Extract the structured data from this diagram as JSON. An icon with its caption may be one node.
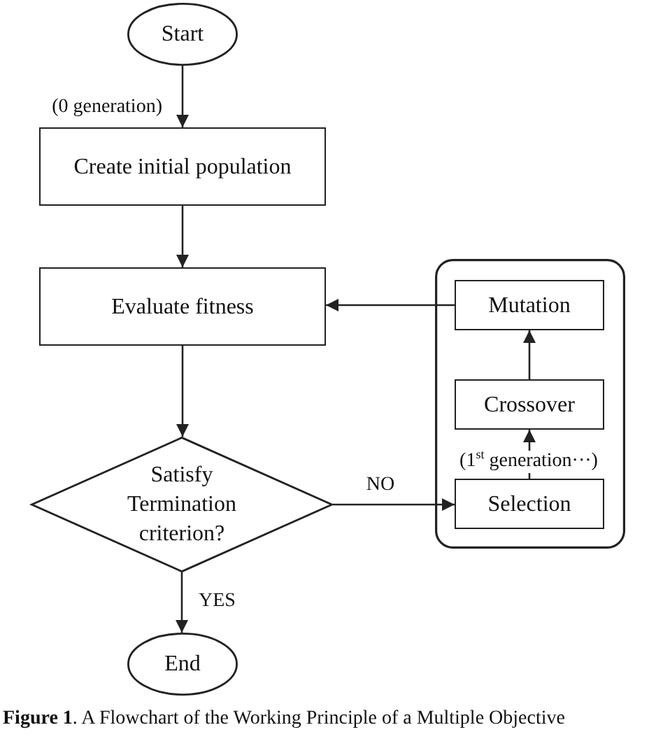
{
  "diagram": {
    "caption": "**Figure 1**. A Flowchart of the Working Principle of a Multiple Objective",
    "nodes": [
      {
        "text": [
          "Start"
        ]
      },
      {
        "text": [
          "Create initial population"
        ]
      },
      {
        "text": [
          "Evaluate fitness"
        ]
      },
      {
        "text": [],
        "shape": "box"
      },
      {
        "text": [
          "Mutation"
        ],
        "in": 3
      },
      {
        "text": [
          "Crossover"
        ],
        "in": 3
      },
      {
        "text": [
          "Selection"
        ],
        "in": 3
      },
      {
        "text": [
          "Satisfy Termination criterion?"
        ]
      },
      {
        "text": [
          "End"
        ]
      }
    ],
    "edges": [
      {
        "from": 0,
        "to": 1,
        "arrow": "to",
        "label": "(0 generation)"
      },
      {
        "from": 1,
        "to": 2,
        "arrow": "to"
      },
      {
        "from": 2,
        "to": 7,
        "arrow": "to"
      },
      {
        "from": 7,
        "to": 6,
        "arrow": "to",
        "label": "NO"
      },
      {
        "from": 6,
        "to": 5,
        "arrow": "to",
        "label": "(1$^{st}$ generation···)"
      },
      {
        "from": 5,
        "to": 4,
        "arrow": "to"
      },
      {
        "from": 4,
        "to": 2,
        "arrow": "to"
      },
      {
        "from": 7,
        "to": 8,
        "arrow": "to",
        "label": "YES"
      }
    ]
  }
}
